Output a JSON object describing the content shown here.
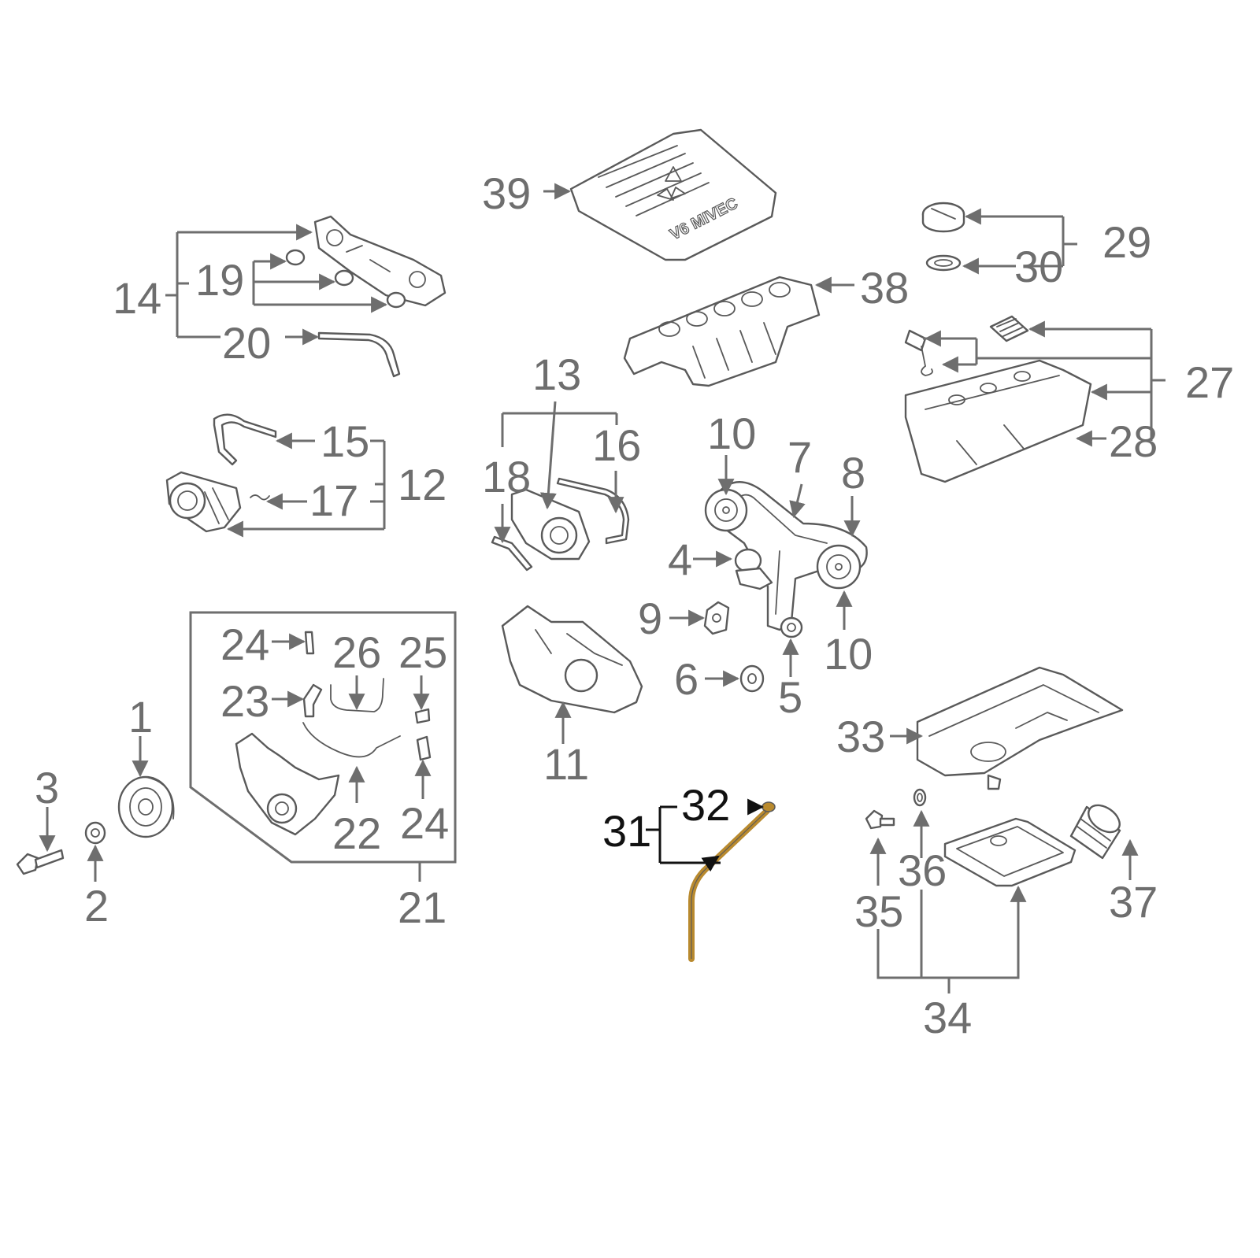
{
  "diagram": {
    "callouts": {
      "n1": "1",
      "n2": "2",
      "n3": "3",
      "n4": "4",
      "n5": "5",
      "n6": "6",
      "n7": "7",
      "n8": "8",
      "n9": "9",
      "n10a": "10",
      "n10b": "10",
      "n11": "11",
      "n12": "12",
      "n13": "13",
      "n14": "14",
      "n15": "15",
      "n16": "16",
      "n17": "17",
      "n18": "18",
      "n19": "19",
      "n20": "20",
      "n21": "21",
      "n22": "22",
      "n23": "23",
      "n24a": "24",
      "n24b": "24",
      "n25": "25",
      "n26": "26",
      "n27": "27",
      "n28": "28",
      "n29": "29",
      "n30": "30",
      "n31": "31",
      "n32": "32",
      "n33": "33",
      "n34": "34",
      "n35": "35",
      "n36": "36",
      "n37": "37",
      "n38": "38",
      "n39": "39"
    },
    "engine_cover_text": "V6 MIVEC",
    "colors": {
      "label": "#6e6e6e",
      "highlight_label": "#111111",
      "dipstick_highlight": "#b98a2e"
    }
  }
}
